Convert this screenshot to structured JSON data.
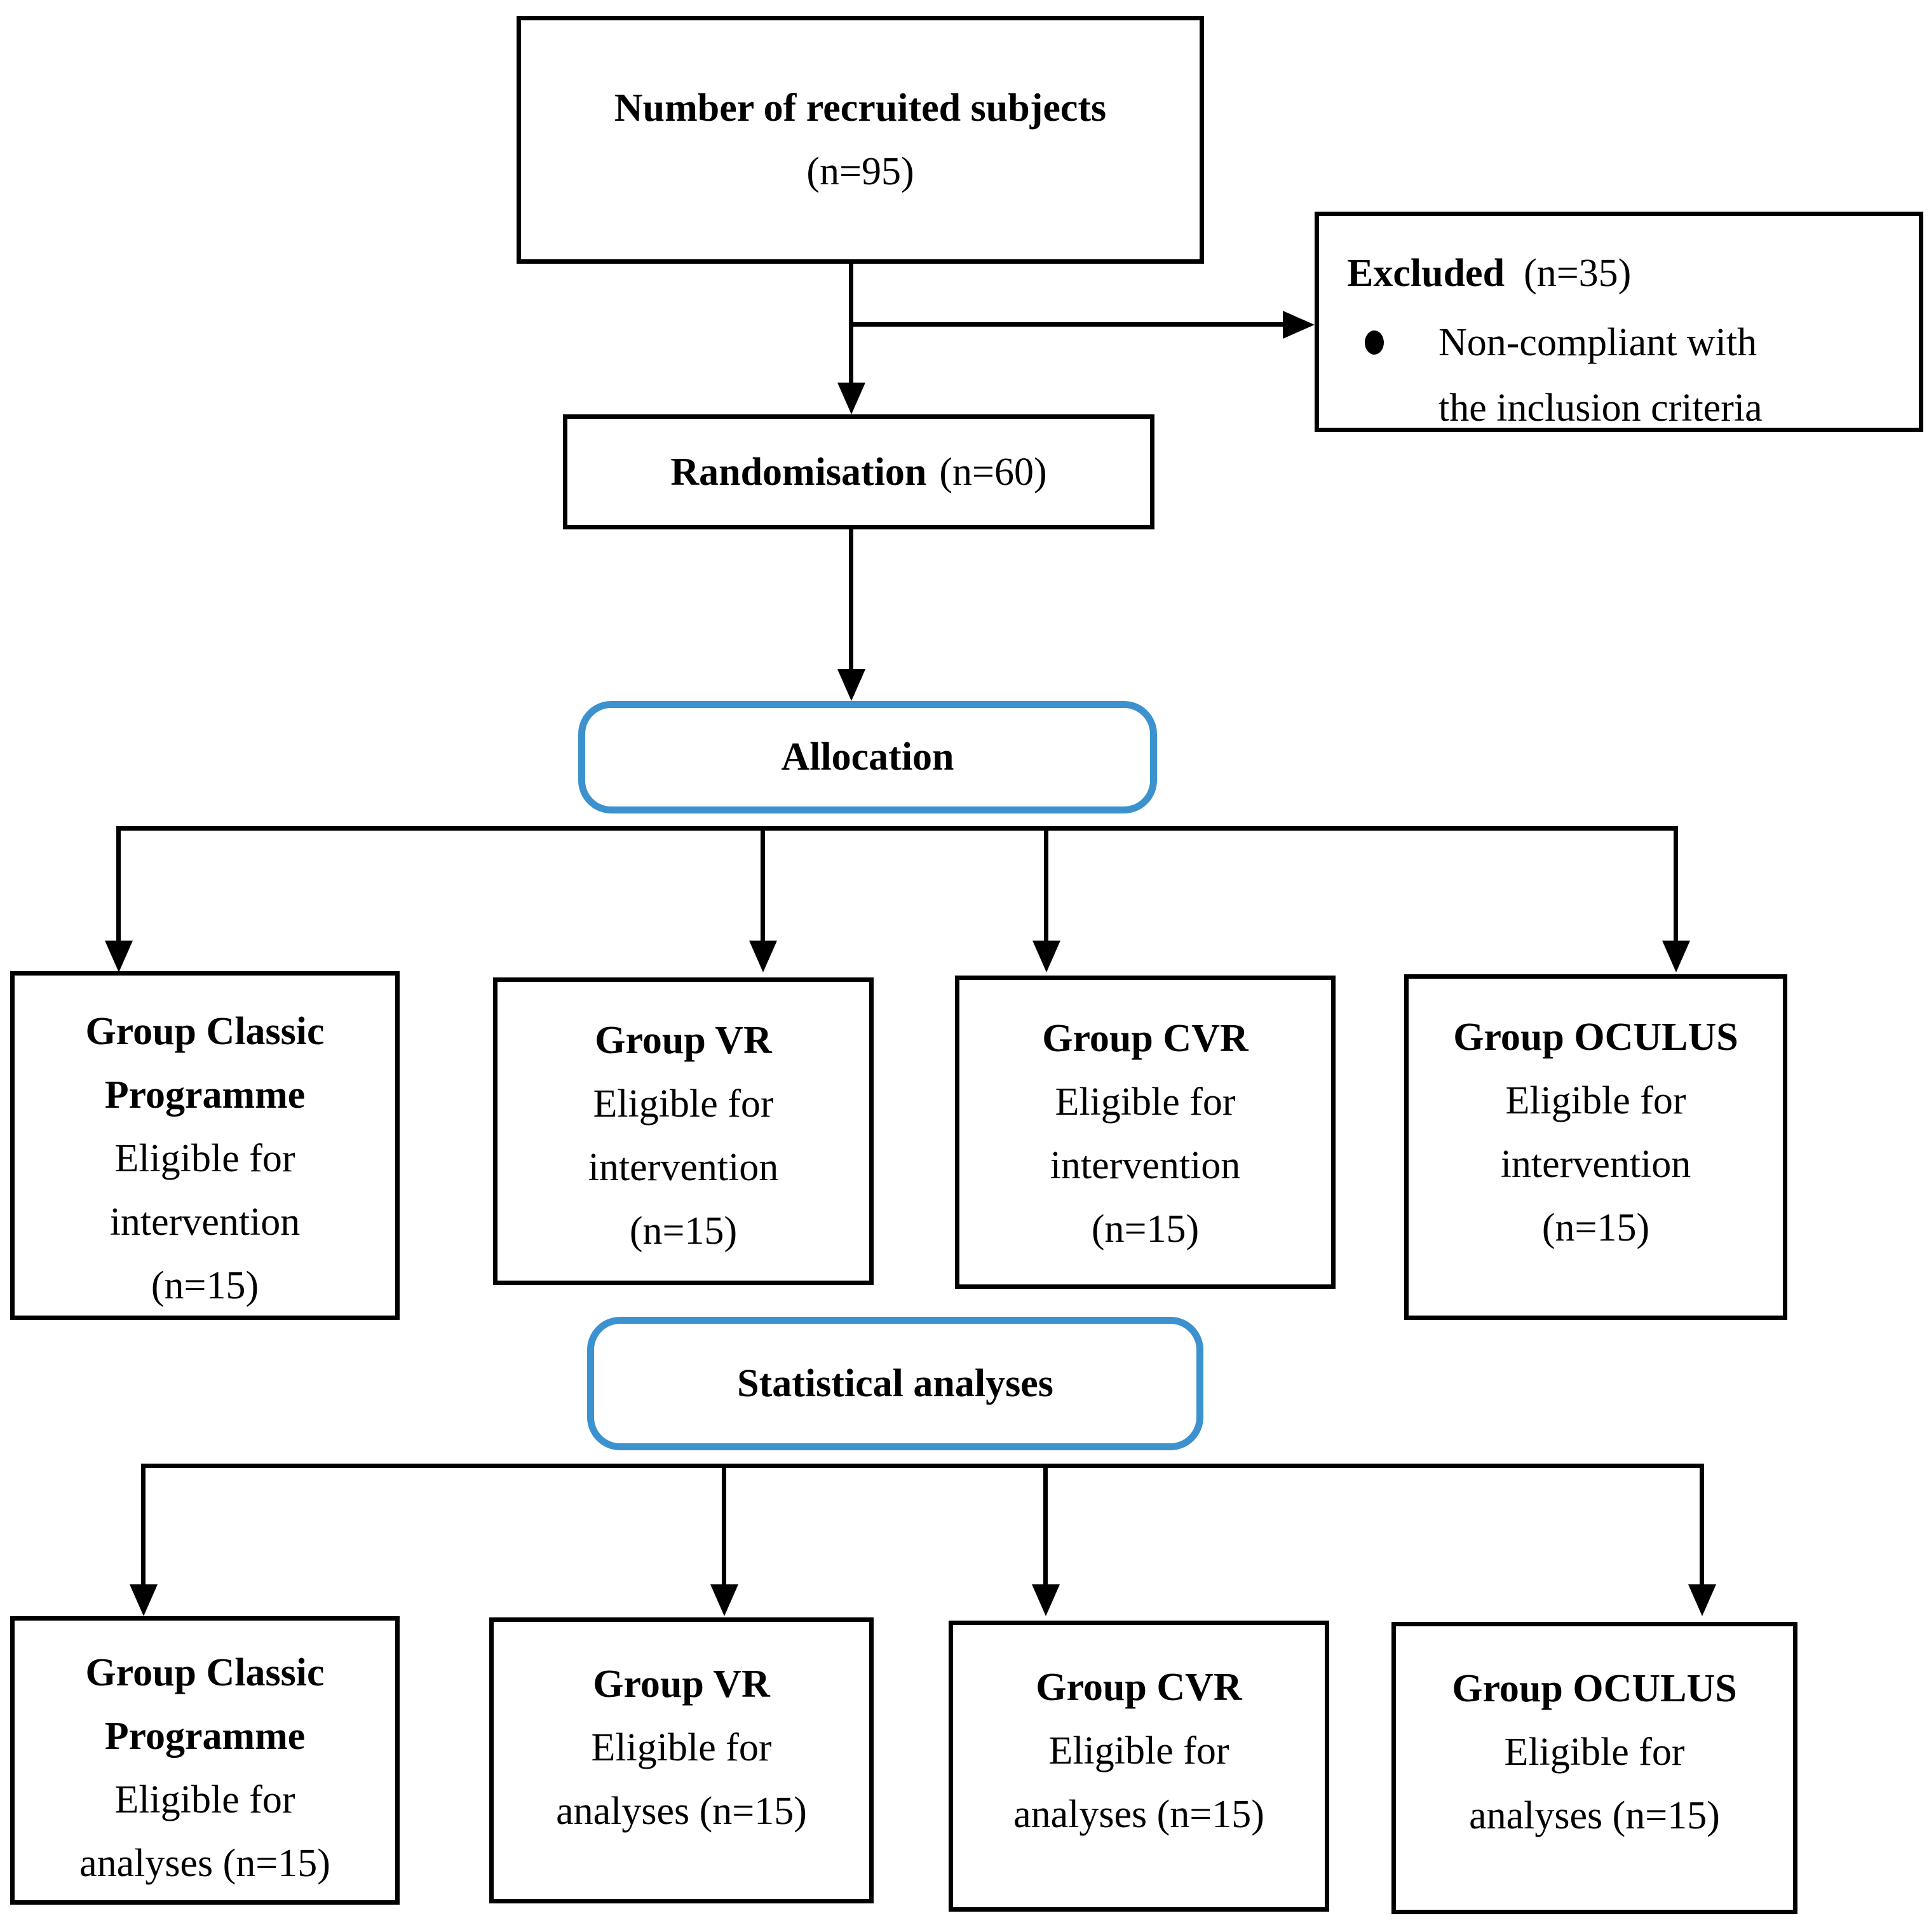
{
  "flowchart": {
    "recruited": {
      "title": "Number of recruited subjects",
      "count": "(n=95)"
    },
    "excluded": {
      "title": "Excluded",
      "count": "(n=35)",
      "reasons": [
        "Non-compliant with the inclusion criteria"
      ]
    },
    "randomisation": {
      "title": "Randomisation",
      "count": "(n=60)"
    },
    "allocation": {
      "label": "Allocation"
    },
    "allocation_groups": [
      {
        "name": [
          "Group Classic",
          "Programme"
        ],
        "body": [
          "Eligible for",
          "intervention",
          "(n=15)"
        ]
      },
      {
        "name": [
          "Group VR"
        ],
        "body": [
          "Eligible for",
          "intervention",
          "(n=15)"
        ]
      },
      {
        "name": [
          "Group CVR"
        ],
        "body": [
          "Eligible for",
          "intervention",
          "(n=15)"
        ]
      },
      {
        "name": [
          "Group OCULUS"
        ],
        "body": [
          "Eligible for",
          "intervention",
          "(n=15)"
        ]
      }
    ],
    "statistics": {
      "label": "Statistical analyses"
    },
    "analysis_groups": [
      {
        "name": [
          "Group Classic",
          "Programme"
        ],
        "body": [
          "Eligible for",
          "analyses (n=15)"
        ]
      },
      {
        "name": [
          "Group VR"
        ],
        "body": [
          "Eligible for",
          "analyses (n=15)"
        ]
      },
      {
        "name": [
          "Group CVR"
        ],
        "body": [
          "Eligible for",
          "analyses (n=15)"
        ]
      },
      {
        "name": [
          "Group OCULUS"
        ],
        "body": [
          "Eligible for",
          "analyses (n=15)"
        ]
      }
    ],
    "colors": {
      "accent_blue": "#3b92ce",
      "line_black": "#000000",
      "background": "#ffffff"
    }
  }
}
